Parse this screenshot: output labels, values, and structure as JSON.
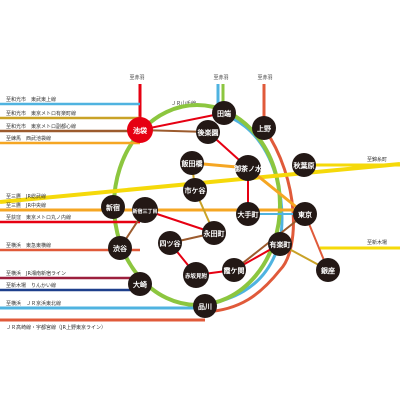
{
  "colors": {
    "yamanote": "#8cc63f",
    "chuo": "#f5a623",
    "sobu": "#f5d90a",
    "keihin": "#4fb3e0",
    "utsunomiya": "#e05a3a",
    "ikebukuro": "#e60012",
    "station": "#231815"
  },
  "header": {
    "top_label_1": "至赤羽",
    "top_label_2": "至赤羽",
    "top_label_3": "至赤羽",
    "yamanote_label": "ＪＲ山手線"
  },
  "left_labels": [
    "至和光市　東武東上線",
    "至和光市　東京メトロ有楽町線",
    "至和光市　東京メトロ副都心線",
    "至練馬　西武池袋線",
    "至三鷹　JR総武線",
    "至三鷹　JR中央線",
    "至荻窪　東京メトロ丸ノ内線",
    "至横浜　東急東横線",
    "至横浜　JR湘南新宿ライン",
    "至新木場　りんかい線",
    "至横浜　ＪＲ京浜東北線",
    "ＪＲ高崎線・宇都宮線（JR上野東京ライン）"
  ],
  "right_labels": [
    "至錦糸町",
    "至新木場"
  ],
  "stations": {
    "ikebukuro": "池袋",
    "tabata": "田端",
    "ueno": "上野",
    "korakuen": "後楽園",
    "iidabashi": "飯田橋",
    "ochanomizu": "御茶ノ水",
    "akihabara": "秋葉原",
    "ichigaya": "市ケ谷",
    "shinjuku": "新宿",
    "shinjuku3": "新宿三丁目",
    "otemachi": "大手町",
    "tokyo": "東京",
    "nagatacho": "永田町",
    "shibuya": "渋谷",
    "yotsuya": "四ツ谷",
    "yurakucho": "有楽町",
    "akasakamitsuke": "赤坂見附",
    "kasumigaseki": "霞ケ関",
    "ginza": "銀座",
    "osaki": "大崎",
    "shinagawa": "品川"
  }
}
